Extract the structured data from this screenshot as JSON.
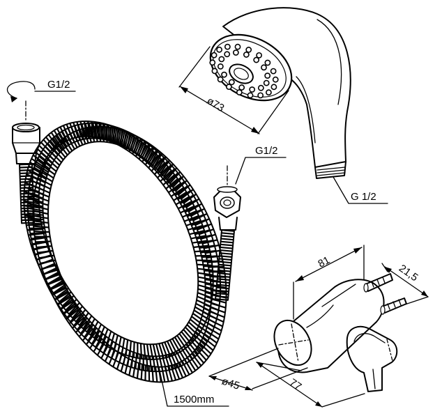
{
  "labels": {
    "hose_thread_left": "G1/2",
    "hose_thread_right": "G1/2",
    "handshower_thread": "G 1/2",
    "handshower_diameter": "ø73",
    "hose_length": "1500mm",
    "holder_width": "81",
    "holder_depth": "21,5",
    "holder_diameter": "ø45",
    "holder_height": "77"
  }
}
